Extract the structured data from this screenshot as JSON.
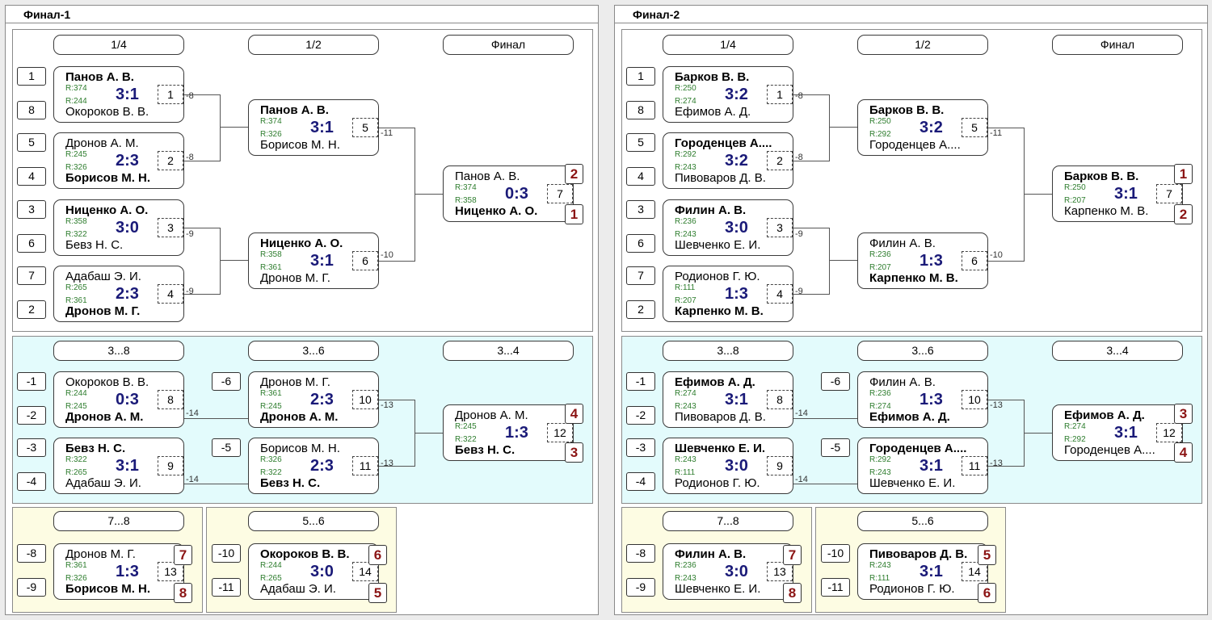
{
  "panels": [
    {
      "title": "Финал-1",
      "rounds": {
        "r1": "1/4",
        "r2": "1/2",
        "r3": "Финал",
        "c1": "3...8",
        "c2": "3...6",
        "c3": "3...4",
        "s78": "7...8",
        "s56": "5...6"
      },
      "matches": [
        {
          "p1": "Панов А. В.",
          "r1": "R:374",
          "p2": "Окороков В. В.",
          "r2": "R:244",
          "winner": 1,
          "score": "3:1",
          "num": "1"
        },
        {
          "p1": "Дронов А. М.",
          "r1": "R:245",
          "p2": "Борисов М. Н.",
          "r2": "R:326",
          "winner": 2,
          "score": "2:3",
          "num": "2"
        },
        {
          "p1": "Ниценко А. О.",
          "r1": "R:358",
          "p2": "Бевз Н. С.",
          "r2": "R:322",
          "winner": 1,
          "score": "3:0",
          "num": "3"
        },
        {
          "p1": "Адабаш Э. И.",
          "r1": "R:265",
          "p2": "Дронов М. Г.",
          "r2": "R:361",
          "winner": 2,
          "score": "2:3",
          "num": "4"
        },
        {
          "p1": "Панов А. В.",
          "r1": "R:374",
          "p2": "Борисов М. Н.",
          "r2": "R:326",
          "winner": 1,
          "score": "3:1",
          "num": "5"
        },
        {
          "p1": "Ниценко А. О.",
          "r1": "R:358",
          "p2": "Дронов М. Г.",
          "r2": "R:361",
          "winner": 1,
          "score": "3:1",
          "num": "6"
        },
        {
          "p1": "Панов А. В.",
          "r1": "R:374",
          "p2": "Ниценко А. О.",
          "r2": "R:358",
          "winner": 2,
          "score": "0:3",
          "num": "7"
        },
        {
          "p1": "Окороков В. В.",
          "r1": "R:244",
          "p2": "Дронов А. М.",
          "r2": "R:245",
          "winner": 2,
          "score": "0:3",
          "num": "8"
        },
        {
          "p1": "Бевз Н. С.",
          "r1": "R:322",
          "p2": "Адабаш Э. И.",
          "r2": "R:265",
          "winner": 1,
          "score": "3:1",
          "num": "9"
        },
        {
          "p1": "Дронов М. Г.",
          "r1": "R:361",
          "p2": "Дронов А. М.",
          "r2": "R:245",
          "winner": 2,
          "score": "2:3",
          "num": "10"
        },
        {
          "p1": "Борисов М. Н.",
          "r1": "R:326",
          "p2": "Бевз Н. С.",
          "r2": "R:322",
          "winner": 2,
          "score": "2:3",
          "num": "11"
        },
        {
          "p1": "Дронов А. М.",
          "r1": "R:245",
          "p2": "Бевз Н. С.",
          "r2": "R:322",
          "winner": 2,
          "score": "1:3",
          "num": "12"
        },
        {
          "p1": "Дронов М. Г.",
          "r1": "R:361",
          "p2": "Борисов М. Н.",
          "r2": "R:326",
          "winner": 2,
          "score": "1:3",
          "num": "13"
        },
        {
          "p1": "Окороков В. В.",
          "r1": "R:244",
          "p2": "Адабаш Э. И.",
          "r2": "R:265",
          "winner": 1,
          "score": "3:0",
          "num": "14"
        }
      ],
      "seeds": [
        "1",
        "8",
        "5",
        "4",
        "3",
        "6",
        "7",
        "2",
        "-1",
        "-2",
        "-3",
        "-4",
        "-6",
        "-5",
        "-8",
        "-9",
        "-10",
        "-11"
      ],
      "places": [
        "2",
        "1",
        "4",
        "3",
        "7",
        "8",
        "6",
        "5"
      ],
      "loserRefs": [
        "-8",
        "-8",
        "-9",
        "-9",
        "-11",
        "-10",
        "-14",
        "-14",
        "-13",
        "-13"
      ]
    },
    {
      "title": "Финал-2",
      "rounds": {
        "r1": "1/4",
        "r2": "1/2",
        "r3": "Финал",
        "c1": "3...8",
        "c2": "3...6",
        "c3": "3...4",
        "s78": "7...8",
        "s56": "5...6"
      },
      "matches": [
        {
          "p1": "Барков В. В.",
          "r1": "R:250",
          "p2": "Ефимов А. Д.",
          "r2": "R:274",
          "winner": 1,
          "score": "3:2",
          "num": "1"
        },
        {
          "p1": "Городенцев А....",
          "r1": "R:292",
          "p2": "Пивоваров Д. В.",
          "r2": "R:243",
          "winner": 1,
          "score": "3:2",
          "num": "2"
        },
        {
          "p1": "Филин А. В.",
          "r1": "R:236",
          "p2": "Шевченко Е. И.",
          "r2": "R:243",
          "winner": 1,
          "score": "3:0",
          "num": "3"
        },
        {
          "p1": "Родионов Г. Ю.",
          "r1": "R:111",
          "p2": "Карпенко М. В.",
          "r2": "R:207",
          "winner": 2,
          "score": "1:3",
          "num": "4"
        },
        {
          "p1": "Барков В. В.",
          "r1": "R:250",
          "p2": "Городенцев А....",
          "r2": "R:292",
          "winner": 1,
          "score": "3:2",
          "num": "5"
        },
        {
          "p1": "Филин А. В.",
          "r1": "R:236",
          "p2": "Карпенко М. В.",
          "r2": "R:207",
          "winner": 2,
          "score": "1:3",
          "num": "6"
        },
        {
          "p1": "Барков В. В.",
          "r1": "R:250",
          "p2": "Карпенко М. В.",
          "r2": "R:207",
          "winner": 1,
          "score": "3:1",
          "num": "7"
        },
        {
          "p1": "Ефимов А. Д.",
          "r1": "R:274",
          "p2": "Пивоваров Д. В.",
          "r2": "R:243",
          "winner": 1,
          "score": "3:1",
          "num": "8"
        },
        {
          "p1": "Шевченко Е. И.",
          "r1": "R:243",
          "p2": "Родионов Г. Ю.",
          "r2": "R:111",
          "winner": 1,
          "score": "3:0",
          "num": "9"
        },
        {
          "p1": "Филин А. В.",
          "r1": "R:236",
          "p2": "Ефимов А. Д.",
          "r2": "R:274",
          "winner": 2,
          "score": "1:3",
          "num": "10"
        },
        {
          "p1": "Городенцев А....",
          "r1": "R:292",
          "p2": "Шевченко Е. И.",
          "r2": "R:243",
          "winner": 1,
          "score": "3:1",
          "num": "11"
        },
        {
          "p1": "Ефимов А. Д.",
          "r1": "R:274",
          "p2": "Городенцев А....",
          "r2": "R:292",
          "winner": 1,
          "score": "3:1",
          "num": "12"
        },
        {
          "p1": "Филин А. В.",
          "r1": "R:236",
          "p2": "Шевченко Е. И.",
          "r2": "R:243",
          "winner": 1,
          "score": "3:0",
          "num": "13"
        },
        {
          "p1": "Пивоваров Д. В.",
          "r1": "R:243",
          "p2": "Родионов Г. Ю.",
          "r2": "R:111",
          "winner": 1,
          "score": "3:1",
          "num": "14"
        }
      ],
      "seeds": [
        "1",
        "8",
        "5",
        "4",
        "3",
        "6",
        "7",
        "2",
        "-1",
        "-2",
        "-3",
        "-4",
        "-6",
        "-5",
        "-8",
        "-9",
        "-10",
        "-11"
      ],
      "places": [
        "1",
        "2",
        "3",
        "4",
        "7",
        "8",
        "5",
        "6"
      ],
      "loserRefs": [
        "-8",
        "-8",
        "-9",
        "-9",
        "-11",
        "-10",
        "-14",
        "-14",
        "-13",
        "-13"
      ]
    }
  ],
  "colors": {
    "scoreText": "#1a1a78",
    "ratingText": "#2e7d2e",
    "placeText": "#8b1414",
    "consolationBg": "#e3fbfc",
    "lowerBg": "#fdfce3"
  }
}
